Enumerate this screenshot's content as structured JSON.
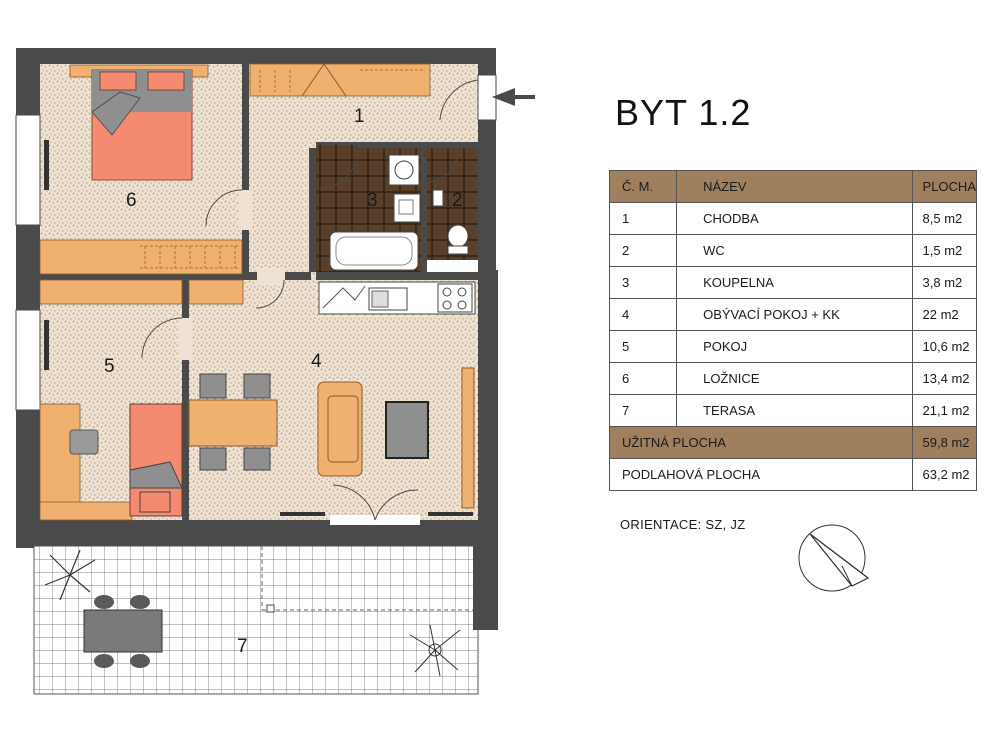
{
  "title": "BYT 1.2",
  "table": {
    "headers": {
      "num": "Č. M.",
      "name": "NÁZEV",
      "area": "PLOCHA"
    },
    "rows": [
      {
        "num": "1",
        "name": "CHODBA",
        "area": "8,5 m2"
      },
      {
        "num": "2",
        "name": "WC",
        "area": "1,5 m2"
      },
      {
        "num": "3",
        "name": "KOUPELNA",
        "area": "3,8 m2"
      },
      {
        "num": "4",
        "name": "OBÝVACÍ POKOJ + KK",
        "area": "22 m2"
      },
      {
        "num": "5",
        "name": "POKOJ",
        "area": "10,6 m2"
      },
      {
        "num": "6",
        "name": "LOŽNICE",
        "area": "13,4 m2"
      },
      {
        "num": "7",
        "name": "TERASA",
        "area": "21,1 m2"
      }
    ],
    "usable": {
      "label": "UŽITNÁ PLOCHA",
      "area": "59,8 m2"
    },
    "floor": {
      "label": "PODLAHOVÁ PLOCHA",
      "area": "63,2 m2"
    }
  },
  "orientation": "ORIENTACE: SZ, JZ",
  "plan": {
    "room_labels": [
      "1",
      "2",
      "3",
      "4",
      "5",
      "6",
      "7"
    ]
  },
  "colors": {
    "wall": "#4a4a4a",
    "floor_speckle": "#e6d3bf",
    "furniture": "#f0b070",
    "bed": "#f48a70",
    "table_header": "#a07f5e",
    "tile": "#5a3f2a",
    "grey_furniture": "#8c8c8c"
  }
}
